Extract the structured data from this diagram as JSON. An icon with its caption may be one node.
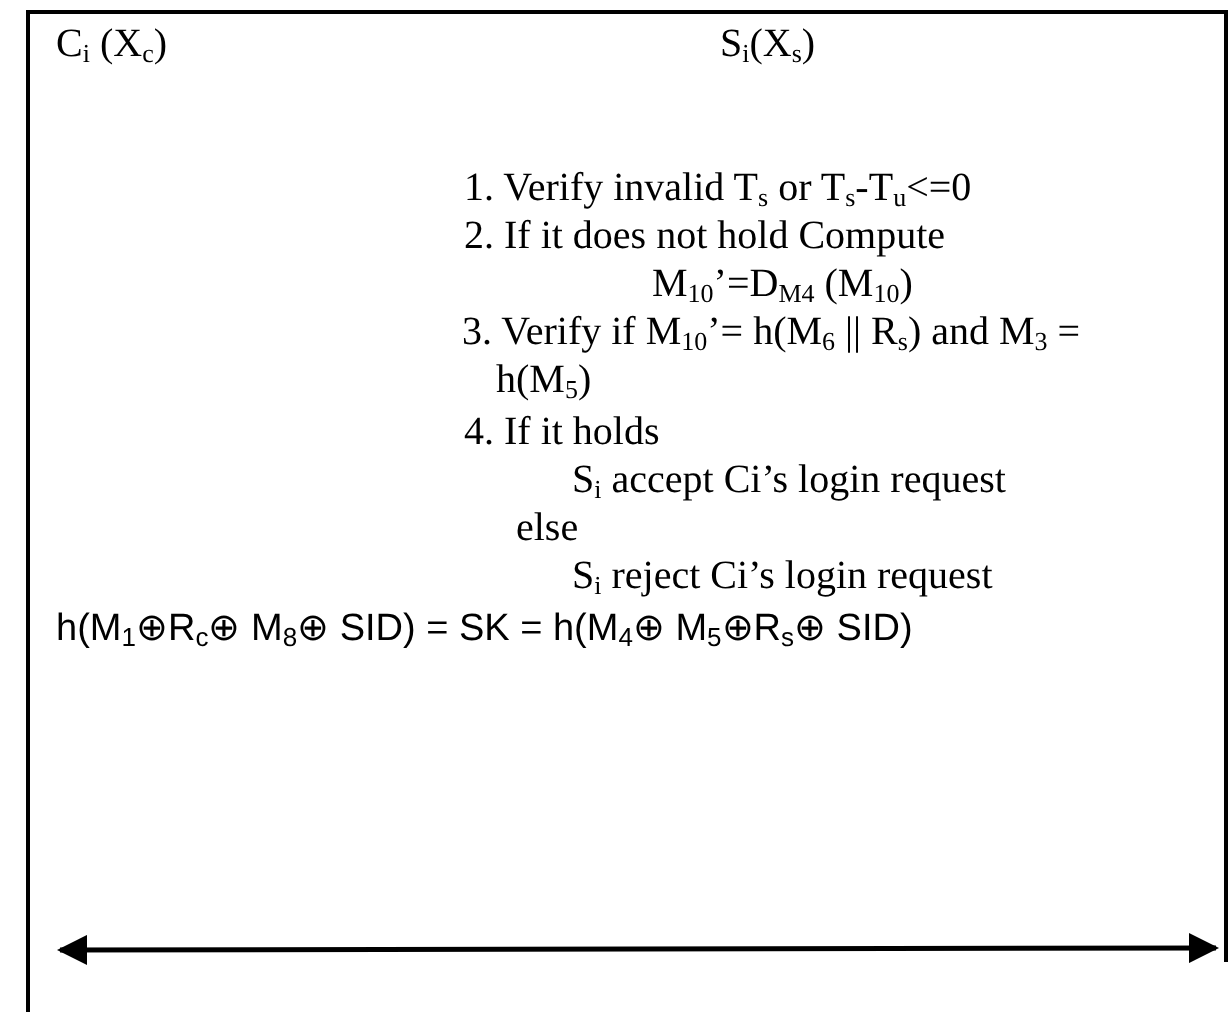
{
  "diagram": {
    "labels": [
      "C$_{i}$ (X$_{c}$)",
      "S$_{i}$(X$_{s}$)",
      "1. Verify invalid T$_{s}$ or T$_{s}$-T$_{u}$<=0",
      "2. If it does not hold Compute",
      "M$_{10}$’=D$_{M4}$ (M$_{10}$)",
      "3. Verify if M$_{10}$’= h(M$_{6}$ || R$_{s}$) and M$_{3}$ = h(M$_{5}$)",
      "4. If it holds",
      "S$_{i}$ accept Ci’s login request",
      "else",
      "S$_{i}$ reject Ci’s login request",
      "h(M$_{1}$⊕R$_{c}$⊕ M$_{8}$⊕ SID) = SK = h(M$_{4}$⊕ M$_{5}$⊕R$_{s}$⊕ SID)"
    ]
  }
}
